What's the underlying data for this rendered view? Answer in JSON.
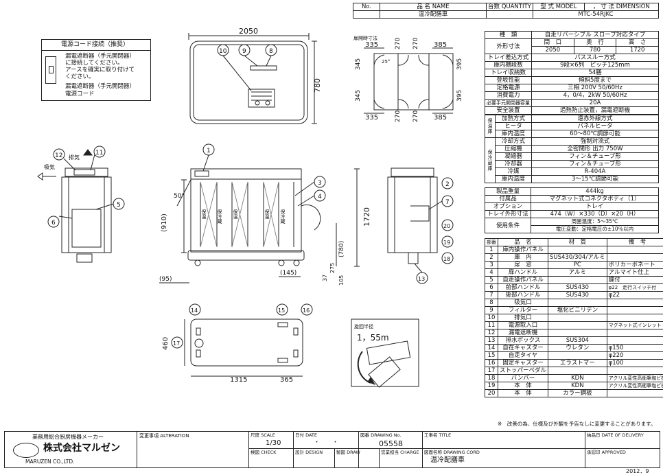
{
  "header": {
    "no": "No.",
    "name_h": "品 名 NAME",
    "qty_h": "台数 QUANTITY",
    "model_h": "型 式 MODEL",
    "dim_h": "，  寸 法 DIMENSION",
    "product": "温冷配膳車",
    "model": "MTC-54RJKC"
  },
  "notice": {
    "title": "電源コード接続（推奨）",
    "line1": "漏電遮断器（手元開閉器）",
    "line2": "に接続してください。",
    "line3": "アースを確実に取り付けて",
    "line4": "ください。",
    "label_breaker": "漏電遮断器（手元開閉器）",
    "label_cord": "電源コード"
  },
  "drawing": {
    "dim_2050": "2050",
    "dim_780_top": "780",
    "dim_1720": "1720",
    "dim_910": "(910)",
    "dim_780_side": "(780)",
    "dim_95": "(95)",
    "dim_145": "(145)",
    "dim_37": "37",
    "dim_105": "105",
    "dim_275": "275",
    "dim_460": "460",
    "dim_1315": "1315",
    "dim_365": "365",
    "angle_50": "50°",
    "door_open_title": "扉開時寸法",
    "door_335_tl": "335",
    "door_270_a": "270",
    "door_270_b": "270",
    "door_385_tr": "385",
    "door_345_l": "345",
    "door_395_r": "395",
    "door_345_l2": "345",
    "door_395_r2": "395",
    "door_335_bl": "335",
    "door_270_c": "270",
    "door_270_d": "270",
    "door_385_br": "385",
    "door_25": "25°",
    "exhaust": "排気",
    "intake": "吸気",
    "hoon": "保温",
    "hoon_reizo": "保冷蔵",
    "turn_title": "旋回半径",
    "turn_radius": "1，55m",
    "callouts": [
      "1",
      "2",
      "3",
      "4",
      "5",
      "6",
      "7",
      "8",
      "9",
      "10",
      "11",
      "12",
      "13",
      "14",
      "15",
      "16",
      "17",
      "18",
      "19",
      "20"
    ]
  },
  "spec": {
    "rows": [
      [
        "種　類",
        "自走リバーシブル スロープ対応タイプ"
      ],
      [
        "トレイ差込方式",
        "パススルー方式"
      ],
      [
        "庫内棚段数",
        "9段×6列　ピッチ125mm"
      ],
      [
        "トレイ収納数",
        "54膳"
      ],
      [
        "登坂性能",
        "傾斜5度まで"
      ],
      [
        "定格電源",
        "三相 200V 50/60Hz"
      ],
      [
        "消費電力",
        "4，0/4，2kW 50/60Hz"
      ],
      [
        "必要手元開閉器容量",
        "20A"
      ],
      [
        "安全装置",
        "過熱防止装置，漏電遮断機"
      ]
    ],
    "size_label": "外形寸法",
    "size_h": [
      "間　口",
      "奥　行",
      "高　さ"
    ],
    "size_v": [
      "2050",
      "780",
      "1720"
    ],
    "hoon_group": "保温庫",
    "hoon_rows": [
      [
        "加熱方式",
        "遠赤外線方式"
      ],
      [
        "ヒータ",
        "パネルヒータ"
      ],
      [
        "庫内温度",
        "60〜80℃調節可能"
      ]
    ],
    "reizo_group": "保冷蔵庫",
    "reizo_rows": [
      [
        "冷却方式",
        "強制対流式"
      ],
      [
        "圧縮機",
        "全密閉形 出力 750W"
      ],
      [
        "凝縮器",
        "フィン＆チューブ形"
      ],
      [
        "冷却器",
        "フィン＆チューブ形"
      ],
      [
        "冷媒",
        "R-404A"
      ],
      [
        "庫内温度",
        "3〜15℃調節可能"
      ]
    ],
    "tail_rows": [
      [
        "製品重量",
        "444kg"
      ],
      [
        "付属品",
        "マグネット式コネクタボディ（1）"
      ],
      [
        "オプション",
        "トレイ"
      ],
      [
        "トレイ外形寸法",
        "474（W）×330（D）×20（H）"
      ]
    ],
    "use_label": "使用条件",
    "use_1": "周囲温度：5〜35℃",
    "use_2": "電圧変動：定格電圧の±10％以内"
  },
  "parts": {
    "head": [
      "部番",
      "品　名",
      "材　質",
      "備　考"
    ],
    "rows": [
      [
        "1",
        "庫内操作パネル",
        "",
        ""
      ],
      [
        "2",
        "庫　内",
        "SUS430/304/アルミ",
        ""
      ],
      [
        "3",
        "扉　窓",
        "PC",
        "ポリカーボネート"
      ],
      [
        "4",
        "扉ハンドル",
        "アルミ",
        "アルマイト仕上"
      ],
      [
        "5",
        "自走操作パネル",
        "",
        "鍵付"
      ],
      [
        "6",
        "前部ハンドル",
        "SUS430",
        "φ22　走行スイッチ付"
      ],
      [
        "7",
        "後部ハンドル",
        "SUS430",
        "φ22"
      ],
      [
        "8",
        "吸気口",
        "",
        ""
      ],
      [
        "9",
        "フィルター",
        "塩化ビニリデン",
        ""
      ],
      [
        "10",
        "排気口",
        "",
        ""
      ],
      [
        "11",
        "電源取入口",
        "",
        "マグネット式インレット"
      ],
      [
        "12",
        "漏電遮断機",
        "",
        ""
      ],
      [
        "13",
        "排水ボックス",
        "SUS304",
        ""
      ],
      [
        "14",
        "自在キャスター",
        "ウレタン",
        "φ150"
      ],
      [
        "15",
        "自走タイヤ",
        "",
        "φ220"
      ],
      [
        "16",
        "固定キャスター",
        "エラストマー",
        "φ100"
      ],
      [
        "17",
        "ストッパーペダル",
        "",
        ""
      ],
      [
        "18",
        "バンパー",
        "KDN",
        "アクリル変性高衝撃塩ビ板"
      ],
      [
        "19",
        "本　体",
        "KDN",
        "アクリル変性高衝撃塩ビ板"
      ],
      [
        "20",
        "本　体",
        "カラー鋼板",
        ""
      ]
    ]
  },
  "note": "※　改善の為、仕様及び外観を予告なしに変更することがあります。",
  "titleblock": {
    "maker_cat": "業務用総合厨房機器メーカー",
    "company": "株式会社マルゼン",
    "company_en": "MARUZEN CO.,LTD.",
    "alteration": "変更事項 ALTERATION",
    "scale_h": "尺度 SCALE",
    "scale": "1/30",
    "date_h": "日付 DATE",
    "date_v": "・　　・",
    "drawing_no_h": "図番 DRAWING No.",
    "drawing_no": "05558",
    "title_h": "工事名 TITLE",
    "delivery_h": "納品日 DATE OF DELIVERY",
    "check_h": "検図 CHECK",
    "design_h": "設計 DESIGN",
    "draw_h": "製図 DRAW",
    "charge_h": "営業担当 CHARGE",
    "cord_h": "図面名称 DRAWING CORD",
    "cord": "温冷配膳車",
    "approved_h": "承認印 APPROVED",
    "year": "2012．9"
  }
}
